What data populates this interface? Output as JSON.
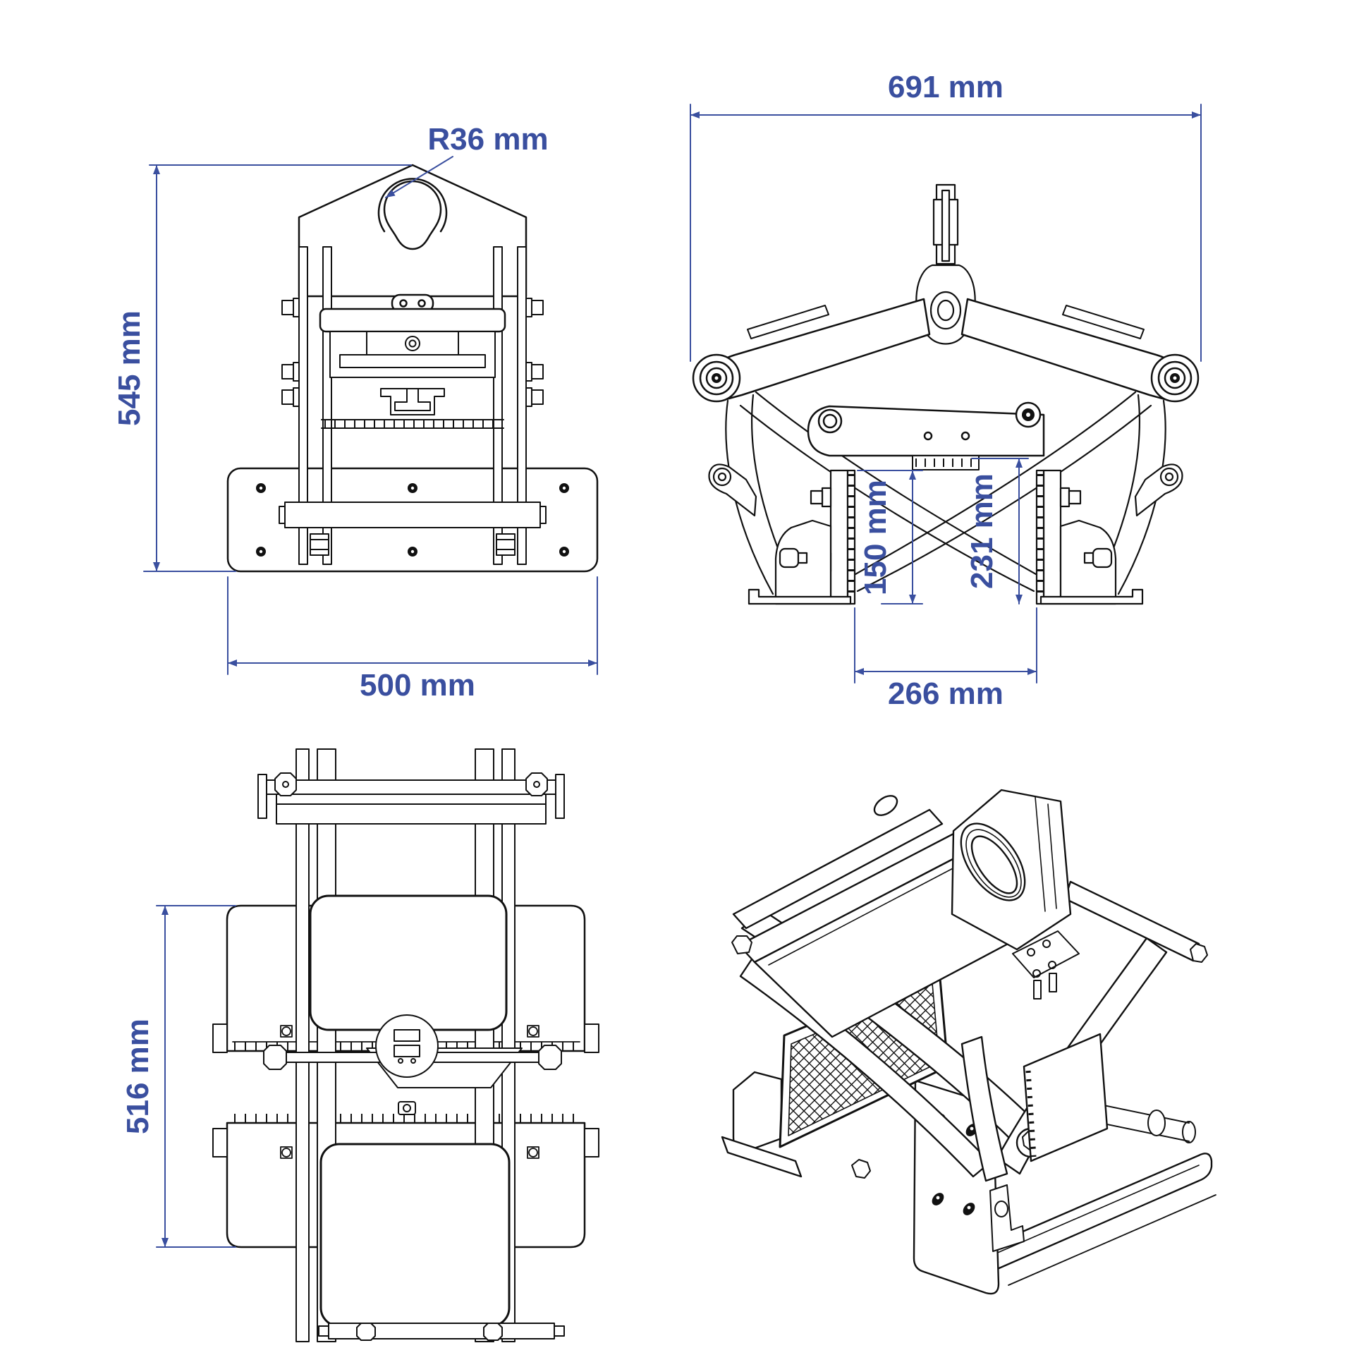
{
  "colors": {
    "dimension": "#3A4F9F",
    "line": "#111111",
    "background": "#FFFFFF"
  },
  "views": {
    "front": {
      "dims": {
        "eye_radius": "R36 mm",
        "height": "545 mm",
        "width": "500 mm"
      }
    },
    "side": {
      "dims": {
        "width": "691 mm",
        "grip_height": "150 mm",
        "throat_depth": "231 mm",
        "jaw_opening": "266 mm"
      }
    },
    "top": {
      "dims": {
        "depth": "516 mm"
      }
    }
  }
}
